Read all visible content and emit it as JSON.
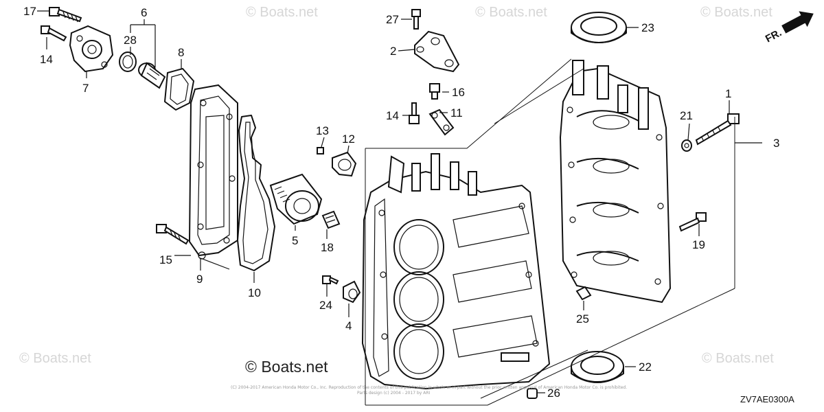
{
  "watermarks": {
    "top_center": "© Boats.net",
    "top_right": "© Boats.net",
    "top_far_right": "© Boats.net",
    "bottom_left": "© Boats.net",
    "bottom_right": "© Boats.net",
    "center_logo": "© Boats.net"
  },
  "copyright_line_1": "(C) 2004-2017 American Honda Motor Co., Inc. Reproduction of the contents of this publication in whole or in part without the prior written approval of American Honda Motor Co. is prohibited.",
  "copyright_line_2": "Parts design (c) 2004 - 2017 by ARI",
  "diagram_code": "ZV7AE0300A",
  "front_indicator": "FR.",
  "callouts": {
    "c1": "1",
    "c2": "2",
    "c3": "3",
    "c4": "4",
    "c5": "5",
    "c6": "6",
    "c7": "7",
    "c8": "8",
    "c9": "9",
    "c10": "10",
    "c11": "11",
    "c12": "12",
    "c13": "13",
    "c14a": "14",
    "c14b": "14",
    "c15": "15",
    "c16": "16",
    "c17": "17",
    "c18": "18",
    "c19": "19",
    "c21": "21",
    "c22": "22",
    "c23": "23",
    "c24": "24",
    "c25": "25",
    "c26": "26",
    "c27": "27",
    "c28": "28"
  }
}
